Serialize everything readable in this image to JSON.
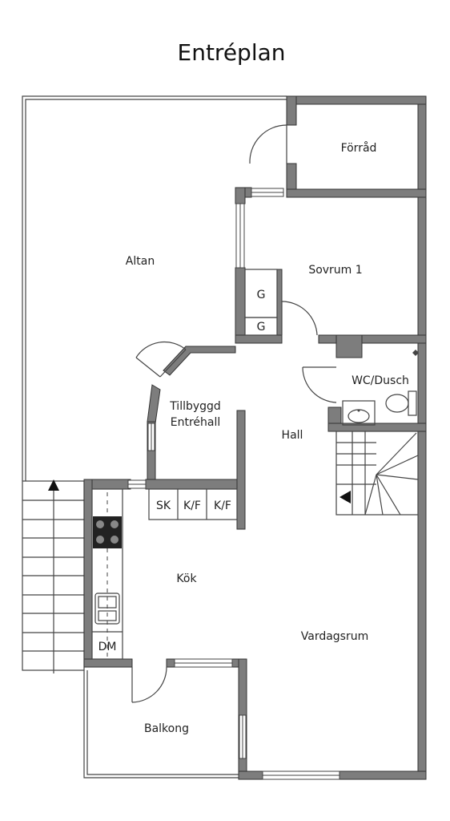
{
  "title": "Entréplan",
  "rooms": {
    "forrad": "Förråd",
    "altan": "Altan",
    "sovrum": "Sovrum 1",
    "tillbyggd_1": "Tillbyggd",
    "tillbyggd_2": "Entréhall",
    "hall": "Hall",
    "wc": "WC/Dusch",
    "kok": "Kök",
    "vardagsrum": "Vardagsrum",
    "balkong": "Balkong"
  },
  "fixtures": {
    "g1": "G",
    "g2": "G",
    "sk": "SK",
    "kf1": "K/F",
    "kf2": "K/F",
    "dm": "DM"
  }
}
